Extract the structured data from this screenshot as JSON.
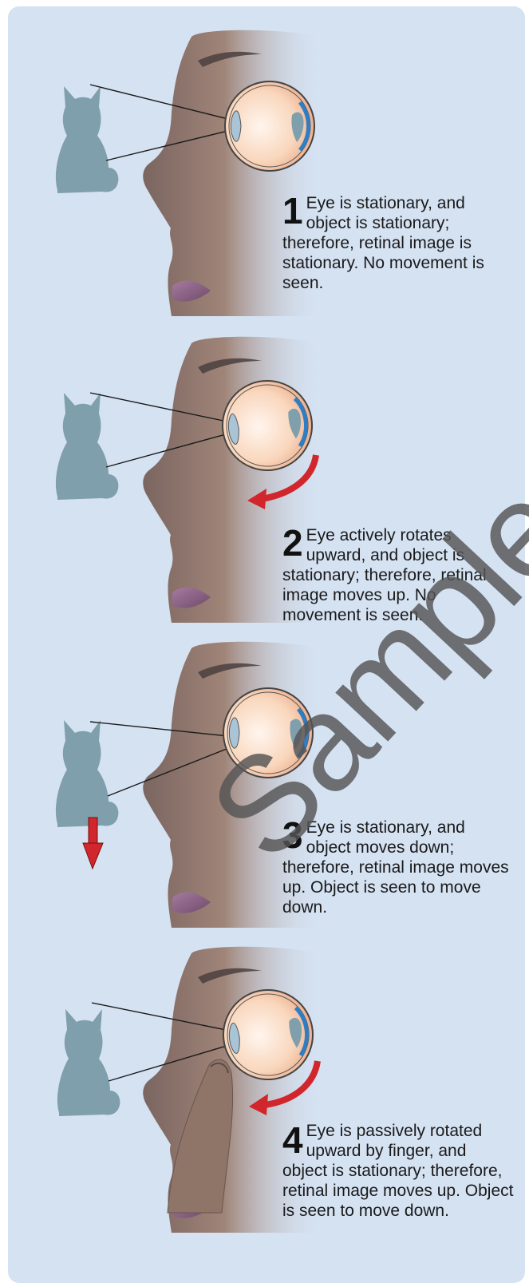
{
  "panels": [
    {
      "number": "1",
      "caption": "Eye is stationary, and object is stationary; therefore, retinal image is stationary. No movement is seen."
    },
    {
      "number": "2",
      "caption": "Eye actively rotates upward, and object is stationary; therefore, retinal image moves up. No movement is seen."
    },
    {
      "number": "3",
      "caption": "Eye is stationary, and object moves down; therefore, retinal image moves up. Object is seen to move down."
    },
    {
      "number": "4",
      "caption": "Eye is passively rotated upward by finger, and object is stationary; therefore, retinal image moves up. Object is seen to move down."
    }
  ],
  "watermark": "Sample",
  "colors": {
    "background": "#d5e2f2",
    "skin": "#9e8477",
    "cat_silhouette": "#7f9fac",
    "retina": "#2f7ec4",
    "arrow": "#d0262c",
    "lips": "#8a5f86"
  }
}
